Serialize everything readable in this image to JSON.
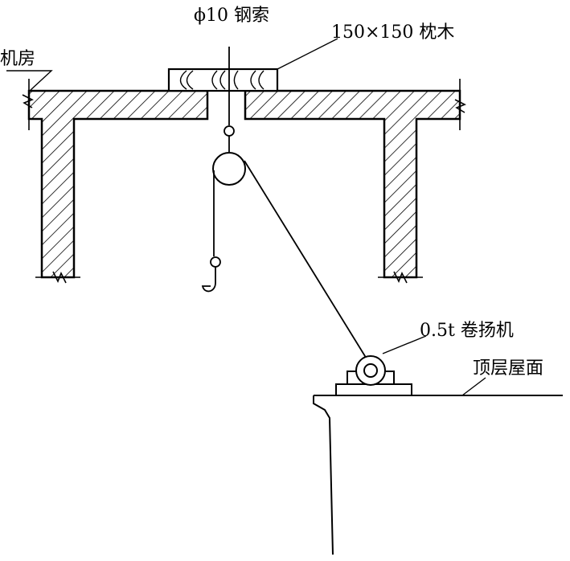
{
  "labels": {
    "steel_cable": "ϕ10 钢索",
    "sleeper": "150×150 枕木",
    "machine_room": "机房",
    "winch": "0.5t 卷扬机",
    "roof": "顶层屋面"
  },
  "colors": {
    "line": "#000000",
    "background": "#ffffff"
  }
}
